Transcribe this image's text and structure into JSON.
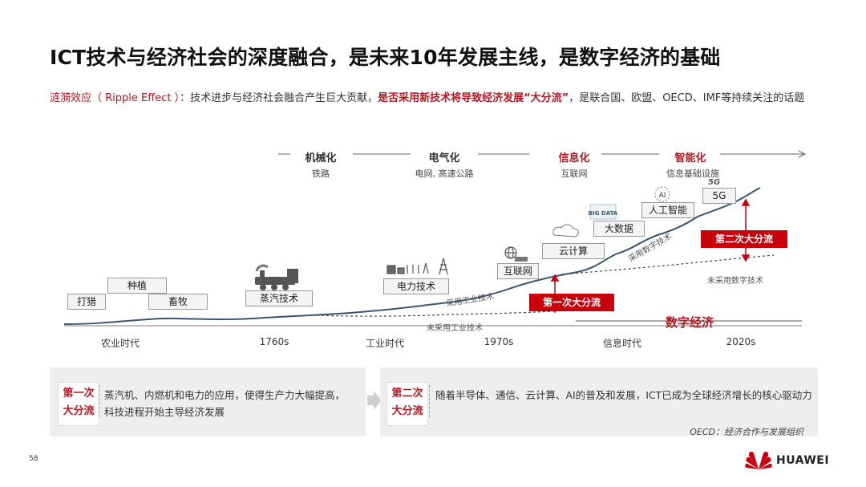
{
  "title": "ICT技术与经济社会的深度融合，是未来10年发展主线，是数字经济的基础",
  "intro": {
    "term": "涟漪效应（ Ripple Effect ）",
    "colon": "：",
    "text1": "技术进步与经济社会融合产生巨大贡献，",
    "highlight": "是否采用新技术将导致经济发展“大分流”",
    "text2": "，是联合国、欧盟、OECD、IMF等持续关注的话题"
  },
  "eras": [
    {
      "name": "机械化",
      "sub": "铁路",
      "red": false
    },
    {
      "name": "电气化",
      "sub": "电网, 高速公路",
      "red": false
    },
    {
      "name": "信息化",
      "sub": "互联网",
      "red": true
    },
    {
      "name": "智能化",
      "sub": "信息基础设施",
      "red": true
    }
  ],
  "boxes": {
    "hunting": "打猎",
    "planting": "种植",
    "herding": "畜牧",
    "steam": "蒸汽技术",
    "electric": "电力技术",
    "internet": "互联网",
    "cloud": "云计算",
    "bigdata": "大数据",
    "ai": "人工智能",
    "fiveg": "5G"
  },
  "icons": {
    "ai_tag": "AI",
    "fiveg_tag": "5G",
    "bigdata_tag": "BIG DATA"
  },
  "divergence": {
    "first": "第一次大分流",
    "second": "第二次大分流"
  },
  "curve_labels": {
    "adopt_industrial": "采用工业技术",
    "not_adopt_industrial": "未采用工业技术",
    "adopt_digital": "采用数字技术",
    "not_adopt_digital": "未采用数字技术"
  },
  "axis": [
    "农业时代",
    "1760s",
    "工业时代",
    "1970s",
    "信息时代",
    "2020s"
  ],
  "digital_economy": "数字经济",
  "panels": [
    {
      "tag_line1": "第一次",
      "tag_line2": "大分流",
      "text": "蒸汽机、内燃机和电力的应用，使得生产力大幅提高，科技进程开始主导经济发展"
    },
    {
      "tag_line1": "第二次",
      "tag_line2": "大分流",
      "text": "随着半导体、通信、云计算、AI的普及和发展，ICT已成为全球经济增长的核心驱动力"
    }
  ],
  "source": "OECD：经济合作与发展组织",
  "page_number": "58",
  "brand": "HUAWEI",
  "colors": {
    "accent_red": "#c7000b",
    "curve": "#3d5670",
    "dashed": "#444444"
  }
}
